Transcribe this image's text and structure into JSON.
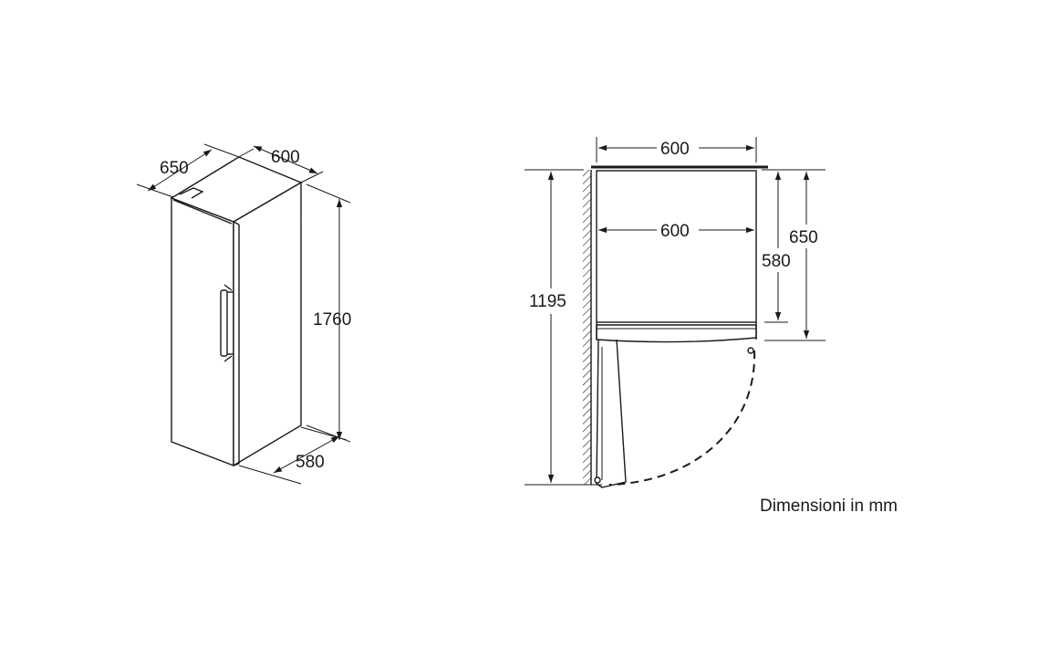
{
  "isometric_view": {
    "depth_label": "650",
    "width_label": "600",
    "height_label": "1760",
    "base_depth_label": "580"
  },
  "top_view": {
    "outer_width_label": "600",
    "inner_width_label": "600",
    "height_label": "1195",
    "depth_label": "580",
    "total_depth_label": "650"
  },
  "caption": "Dimensioni in mm"
}
